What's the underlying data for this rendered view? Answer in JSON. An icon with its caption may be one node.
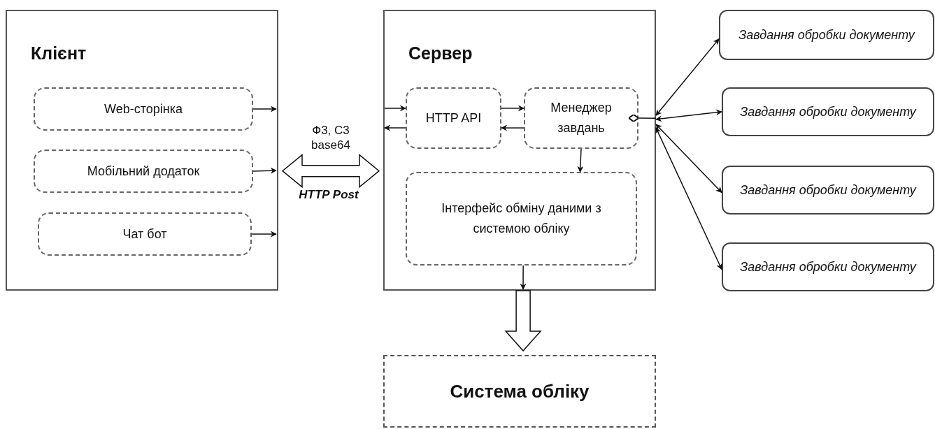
{
  "diagram": {
    "nodes": [
      {
        "text": [
          "Клієнт"
        ]
      },
      {
        "text": [
          "Web-сторінка"
        ],
        "in": 0
      },
      {
        "text": [
          "Мобільний додаток"
        ],
        "in": 0
      },
      {
        "text": [
          "Чат бот"
        ],
        "in": 0
      },
      {
        "text": [
          "Сервер"
        ]
      },
      {
        "text": [
          "HTTP API"
        ],
        "in": 4
      },
      {
        "text": [
          "Менеджер завдань"
        ],
        "in": 4
      },
      {
        "text": [
          "Інтерфейс обміну даними з системою обліку"
        ],
        "in": 4
      },
      {
        "text": [
          "Система обліку"
        ]
      },
      {
        "text": [
          "Завдання обробки документу"
        ]
      },
      {
        "text": [
          "Завдання обробки документу"
        ]
      },
      {
        "text": [
          "Завдання обробки документу"
        ]
      },
      {
        "text": [
          "Завдання обробки документу"
        ]
      }
    ],
    "edges": [
      {
        "from": 1,
        "to": null,
        "arrow": "to"
      },
      {
        "from": 2,
        "to": null,
        "arrow": "to"
      },
      {
        "from": 3,
        "to": null,
        "arrow": "to"
      },
      {
        "from": 0,
        "to": 4,
        "arrow": "both",
        "style": "thick",
        "label": "Ф3, С3 base64"
      },
      {
        "from": null,
        "to": 5,
        "arrow": "to"
      },
      {
        "from": 5,
        "to": null,
        "arrow": "to"
      },
      {
        "from": 5,
        "to": 6,
        "arrow": "to"
      },
      {
        "from": 6,
        "to": 5,
        "arrow": "to"
      },
      {
        "from": 6,
        "to": 7,
        "arrow": "to"
      },
      {
        "from": 7,
        "to": null,
        "arrow": "to"
      },
      {
        "from": 4,
        "to": 8,
        "arrow": "to",
        "style": "thick"
      },
      {
        "from": 6,
        "to": 4,
        "arrow": "other"
      },
      {
        "from": 4,
        "to": 9,
        "arrow": "both"
      },
      {
        "from": 4,
        "to": 10,
        "arrow": "both"
      },
      {
        "from": 4,
        "to": 11,
        "arrow": "both"
      },
      {
        "from": 4,
        "to": 12,
        "arrow": "both"
      }
    ],
    "labels": [
      "HTTP Post"
    ]
  }
}
